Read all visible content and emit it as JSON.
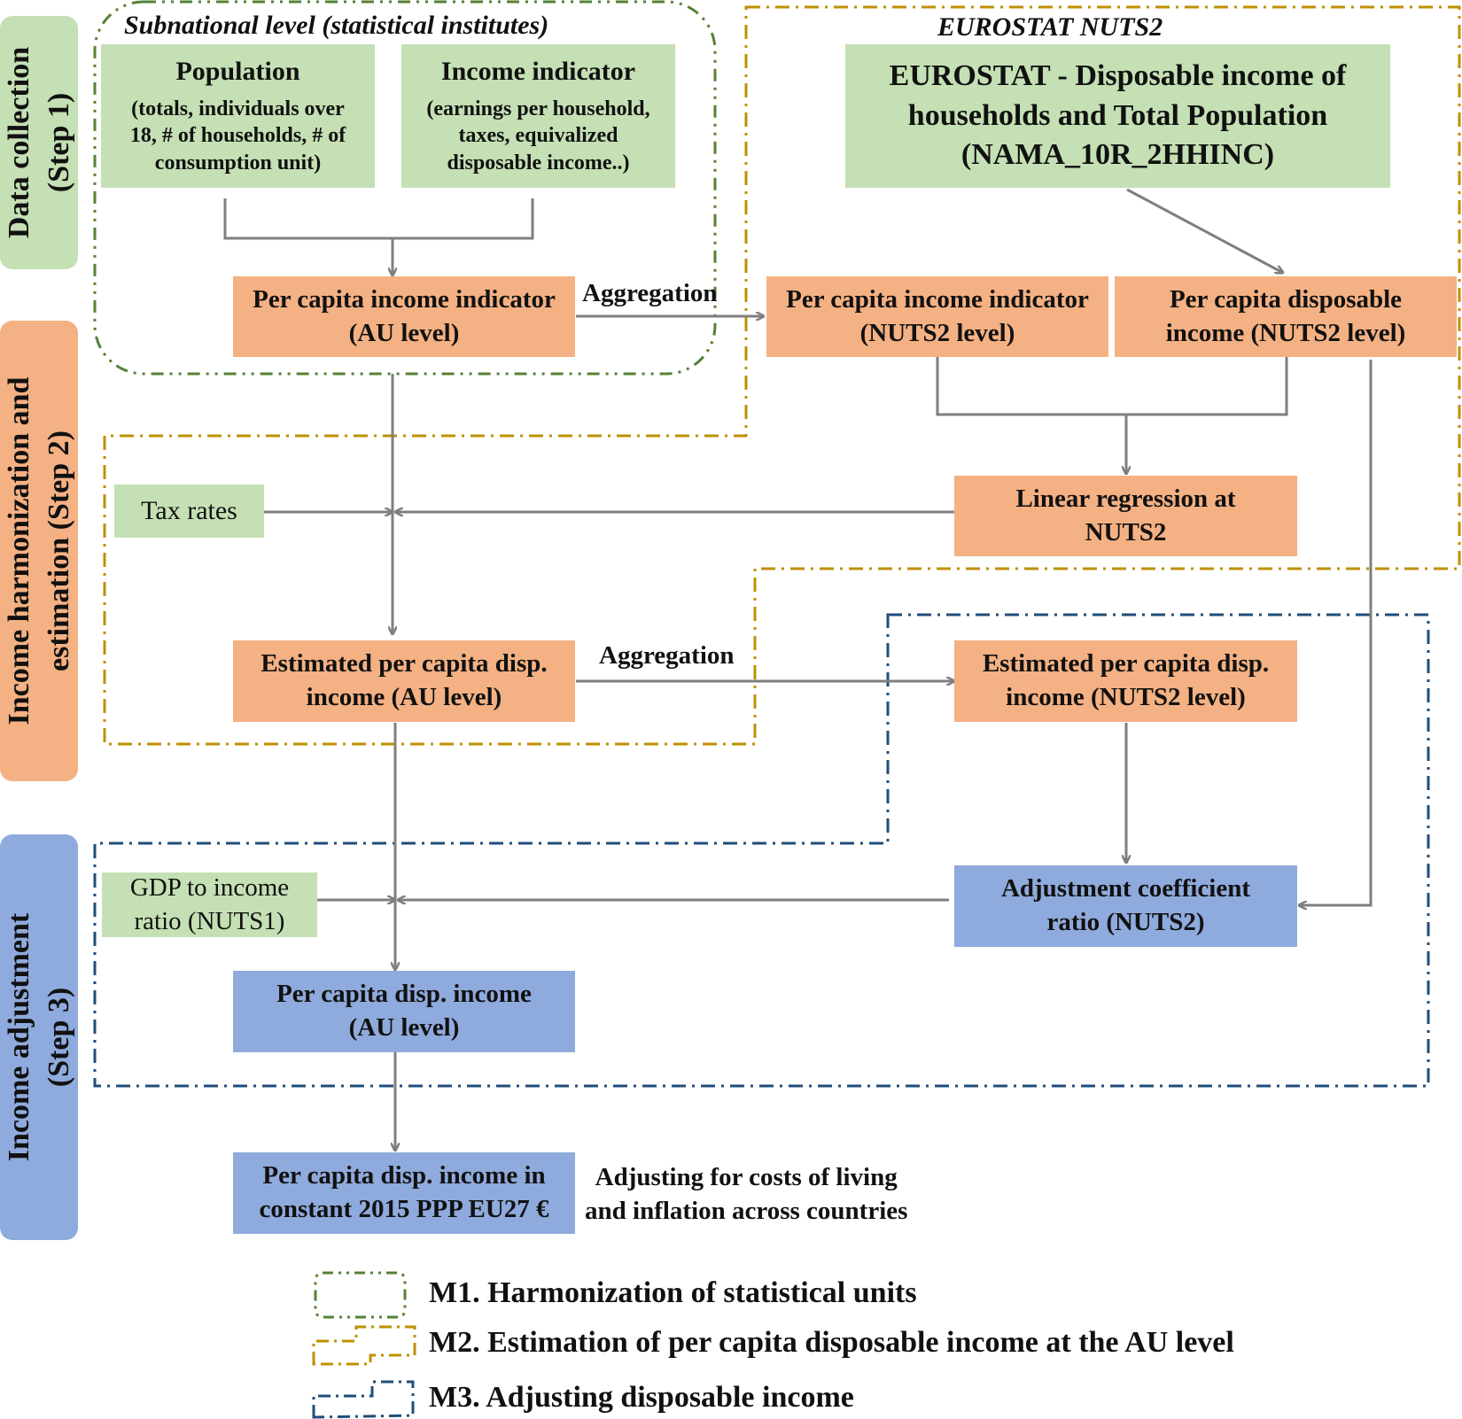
{
  "steps": {
    "step1": "Data collection\n(Step 1)",
    "step2": "Income harmonization and\nestimation (Step 2)",
    "step3": "Income adjustment\n(Step 3)"
  },
  "titles": {
    "subnational": "Subnational level (statistical institutes)",
    "eurostat": "EUROSTAT NUTS2"
  },
  "boxes": {
    "population_title": "Population",
    "population_desc": "(totals, individuals over\n18, # of households, # of\nconsumption unit)",
    "income_indicator_title": "Income indicator",
    "income_indicator_desc": "(earnings per household,\ntaxes, equivalized\ndisposable income..)",
    "eurostat_source": "EUROSTAT - Disposable income of\nhouseholds and Total Population\n(NAMA_10R_2HHINC)",
    "per_capita_income_au": "Per capita income indicator\n(AU level)",
    "per_capita_income_nuts2": "Per capita income indicator\n(NUTS2 level)",
    "per_capita_disp_nuts2": "Per capita disposable\nincome (NUTS2 level)",
    "linear_regression": "Linear regression at\nNUTS2",
    "tax_rates": "Tax rates",
    "estimated_au": "Estimated per capita disp.\nincome (AU level)",
    "estimated_nuts2": "Estimated per capita disp.\nincome (NUTS2 level)",
    "gdp_ratio": "GDP to income\nratio (NUTS1)",
    "adjustment_coefficient": "Adjustment coefficient\nratio (NUTS2)",
    "per_capita_disp_au": "Per capita disp. income\n(AU level)",
    "final_output": "Per capita disp. income in\nconstant 2015 PPP EU27 €"
  },
  "labels": {
    "aggregation_1": "Aggregation",
    "aggregation_2": "Aggregation",
    "adjusting_note": "Adjusting for costs of living\nand inflation across countries"
  },
  "legend": [
    {
      "text": "M1. Harmonization of statistical units",
      "color": "#548235"
    },
    {
      "text": "M2. Estimation of per capita disposable income at the AU level",
      "color": "#bf9000"
    },
    {
      "text": "M3. Adjusting disposable income",
      "color": "#1f4e79"
    }
  ],
  "colors": {
    "green_box": "#c5e0b4",
    "orange_box": "#f4b183",
    "blue_box": "#8faadc",
    "arrow": "#7f7f7f"
  }
}
